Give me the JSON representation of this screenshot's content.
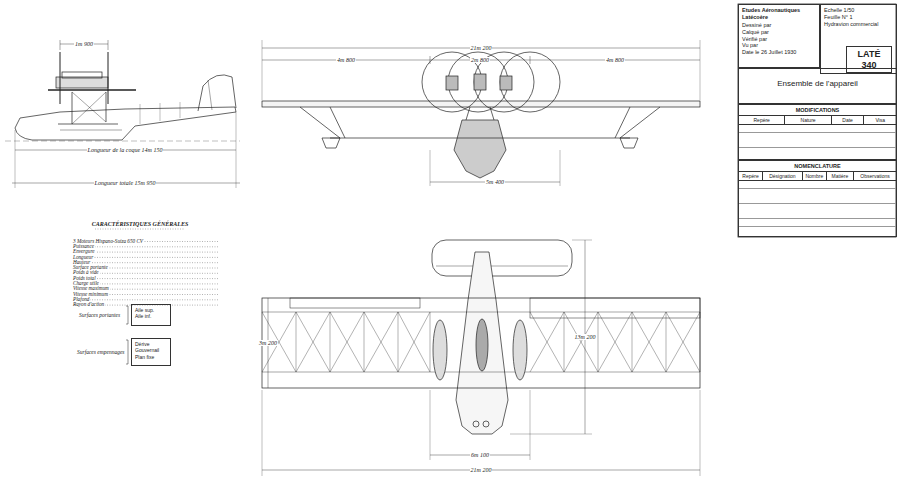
{
  "diagram": {
    "nodes": [
      {
        "text": [
          "Etudes Aéronautiques Latécoère",
          "Dessiné par",
          "Calqué par",
          "Vérifié par",
          "Vu par",
          "Date le 26 Juillet 1930"
        ]
      },
      {
        "text": [
          "Echelle 1/50",
          "Feuille N° 1",
          "Hydravion commercial"
        ]
      },
      {
        "text": [
          "LATÉ 340"
        ],
        "in": 1
      },
      {
        "text": [
          "Ensemble de l'appareil"
        ]
      },
      {
        "text": [
          "MODIFICATIONS",
          "Repère",
          "Nature",
          "Date",
          "Visa"
        ]
      },
      {
        "text": [
          "NOMENCLATURE",
          "Repère",
          "Désignation",
          "Nombre",
          "Matière",
          "Observations"
        ]
      },
      {
        "text": [
          "Aile sup.",
          "Aile inf."
        ]
      },
      {
        "text": [
          "Dérive",
          "Gouvernail",
          "Plan fixe"
        ]
      }
    ],
    "labels": [
      "1m 900",
      "Longueur de la coque 14m 150",
      "Longueur totale 15m 950",
      "21m 200",
      "4m 800",
      "2m 800",
      "4m 800",
      "5m 400",
      "13m 200",
      "21m 200",
      "6m 100",
      "3m 200",
      "CARACTÉRISTIQUES GÉNÉRALES",
      "3 Moteurs Hispano-Suiza 650 CV",
      "Puissance",
      "Envergure",
      "Longueur",
      "Hauteur",
      "Surface portante",
      "Poids à vide",
      "Poids total",
      "Charge utile",
      "Vitesse maximum",
      "Vitesse minimum",
      "Plafond",
      "Rayon d'action",
      "Surfaces portantes",
      "Surfaces empennages"
    ]
  }
}
